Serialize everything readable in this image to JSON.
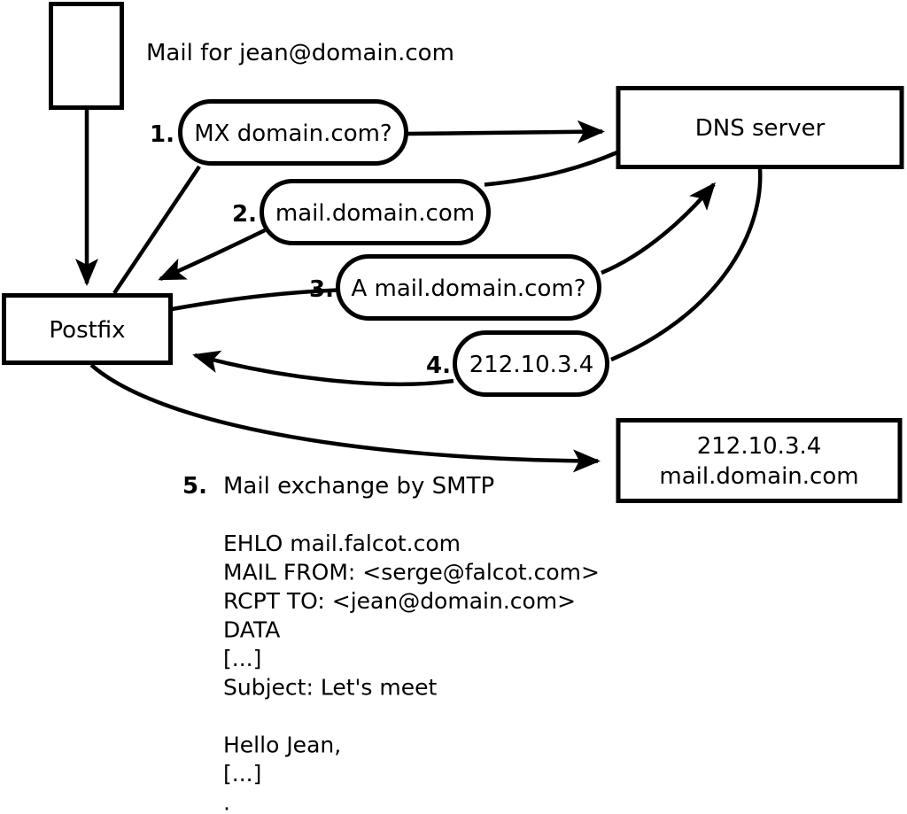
{
  "diagram": {
    "title_note": "Mail for jean@domain.com",
    "nodes": {
      "message_box": "",
      "postfix_label": "Postfix",
      "dns_label": "DNS server",
      "mail_server_line1": "212.10.3.4",
      "mail_server_line2": "mail.domain.com"
    },
    "steps": [
      {
        "num": "1.",
        "text": "MX domain.com?"
      },
      {
        "num": "2.",
        "text": "mail.domain.com"
      },
      {
        "num": "3.",
        "text": "A mail.domain.com?"
      },
      {
        "num": "4.",
        "text": "212.10.3.4"
      },
      {
        "num": "5.",
        "text": "Mail exchange by SMTP"
      }
    ],
    "smtp_session": {
      "lines": [
        "EHLO mail.falcot.com",
        "MAIL FROM: <serge@falcot.com>",
        "RCPT TO: <jean@domain.com>",
        "DATA",
        "[...]",
        "Subject: Let's meet",
        "",
        "Hello Jean,",
        "[...]",
        "."
      ]
    },
    "colors": {
      "stroke": "#000000",
      "background": "#ffffff"
    }
  }
}
